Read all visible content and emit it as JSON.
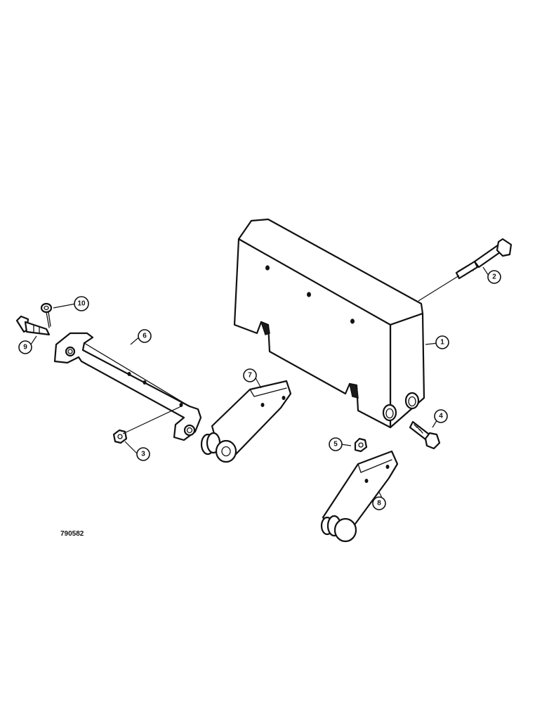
{
  "callouts": [
    {
      "id": "c1",
      "label": "1"
    },
    {
      "id": "c2",
      "label": "2"
    },
    {
      "id": "c3",
      "label": "3"
    },
    {
      "id": "c4",
      "label": "4"
    },
    {
      "id": "c5",
      "label": "5"
    },
    {
      "id": "c6",
      "label": "6"
    },
    {
      "id": "c7",
      "label": "7"
    },
    {
      "id": "c8",
      "label": "8"
    },
    {
      "id": "c9",
      "label": "9"
    },
    {
      "id": "c10",
      "label": "10"
    }
  ],
  "figure_number": "790582"
}
